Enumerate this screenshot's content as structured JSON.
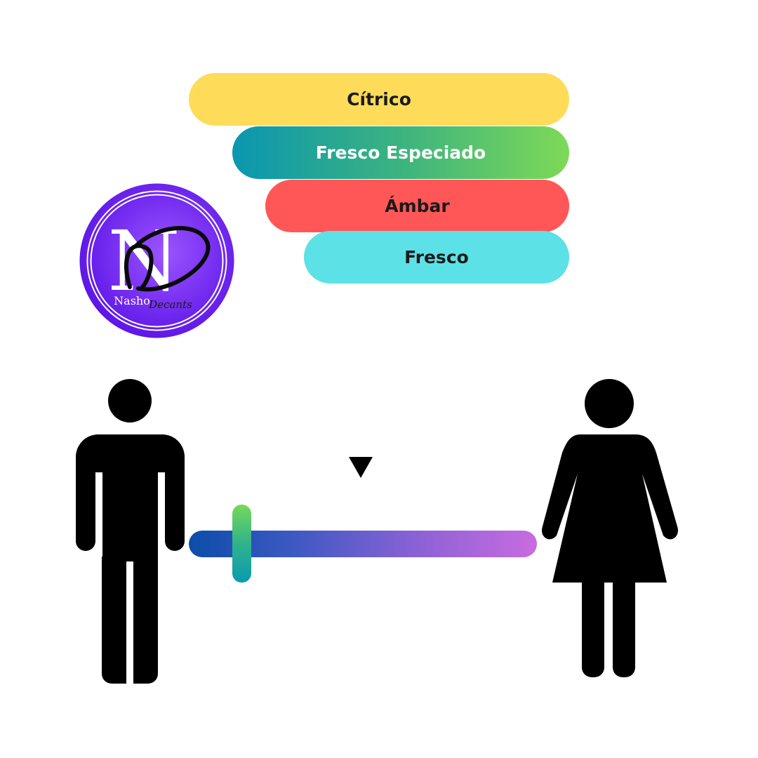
{
  "accords": [
    {
      "label": "Cítrico",
      "color": "#FEDC5A"
    },
    {
      "label": "Fresco Especiado",
      "color": "#0A97B0"
    },
    {
      "label": "Ámbar",
      "color": "#FF5757"
    },
    {
      "label": "Fresco",
      "color": "#5CE1E6"
    }
  ],
  "logo": {
    "monogram": "N",
    "brand_first": "Nasho",
    "brand_second": "Decants",
    "color": "#6A1FF0"
  },
  "gender_scale": {
    "left_icon": "man-icon",
    "right_icon": "woman-icon",
    "level": 0.15,
    "marker_icon": "triangle-down-icon"
  }
}
